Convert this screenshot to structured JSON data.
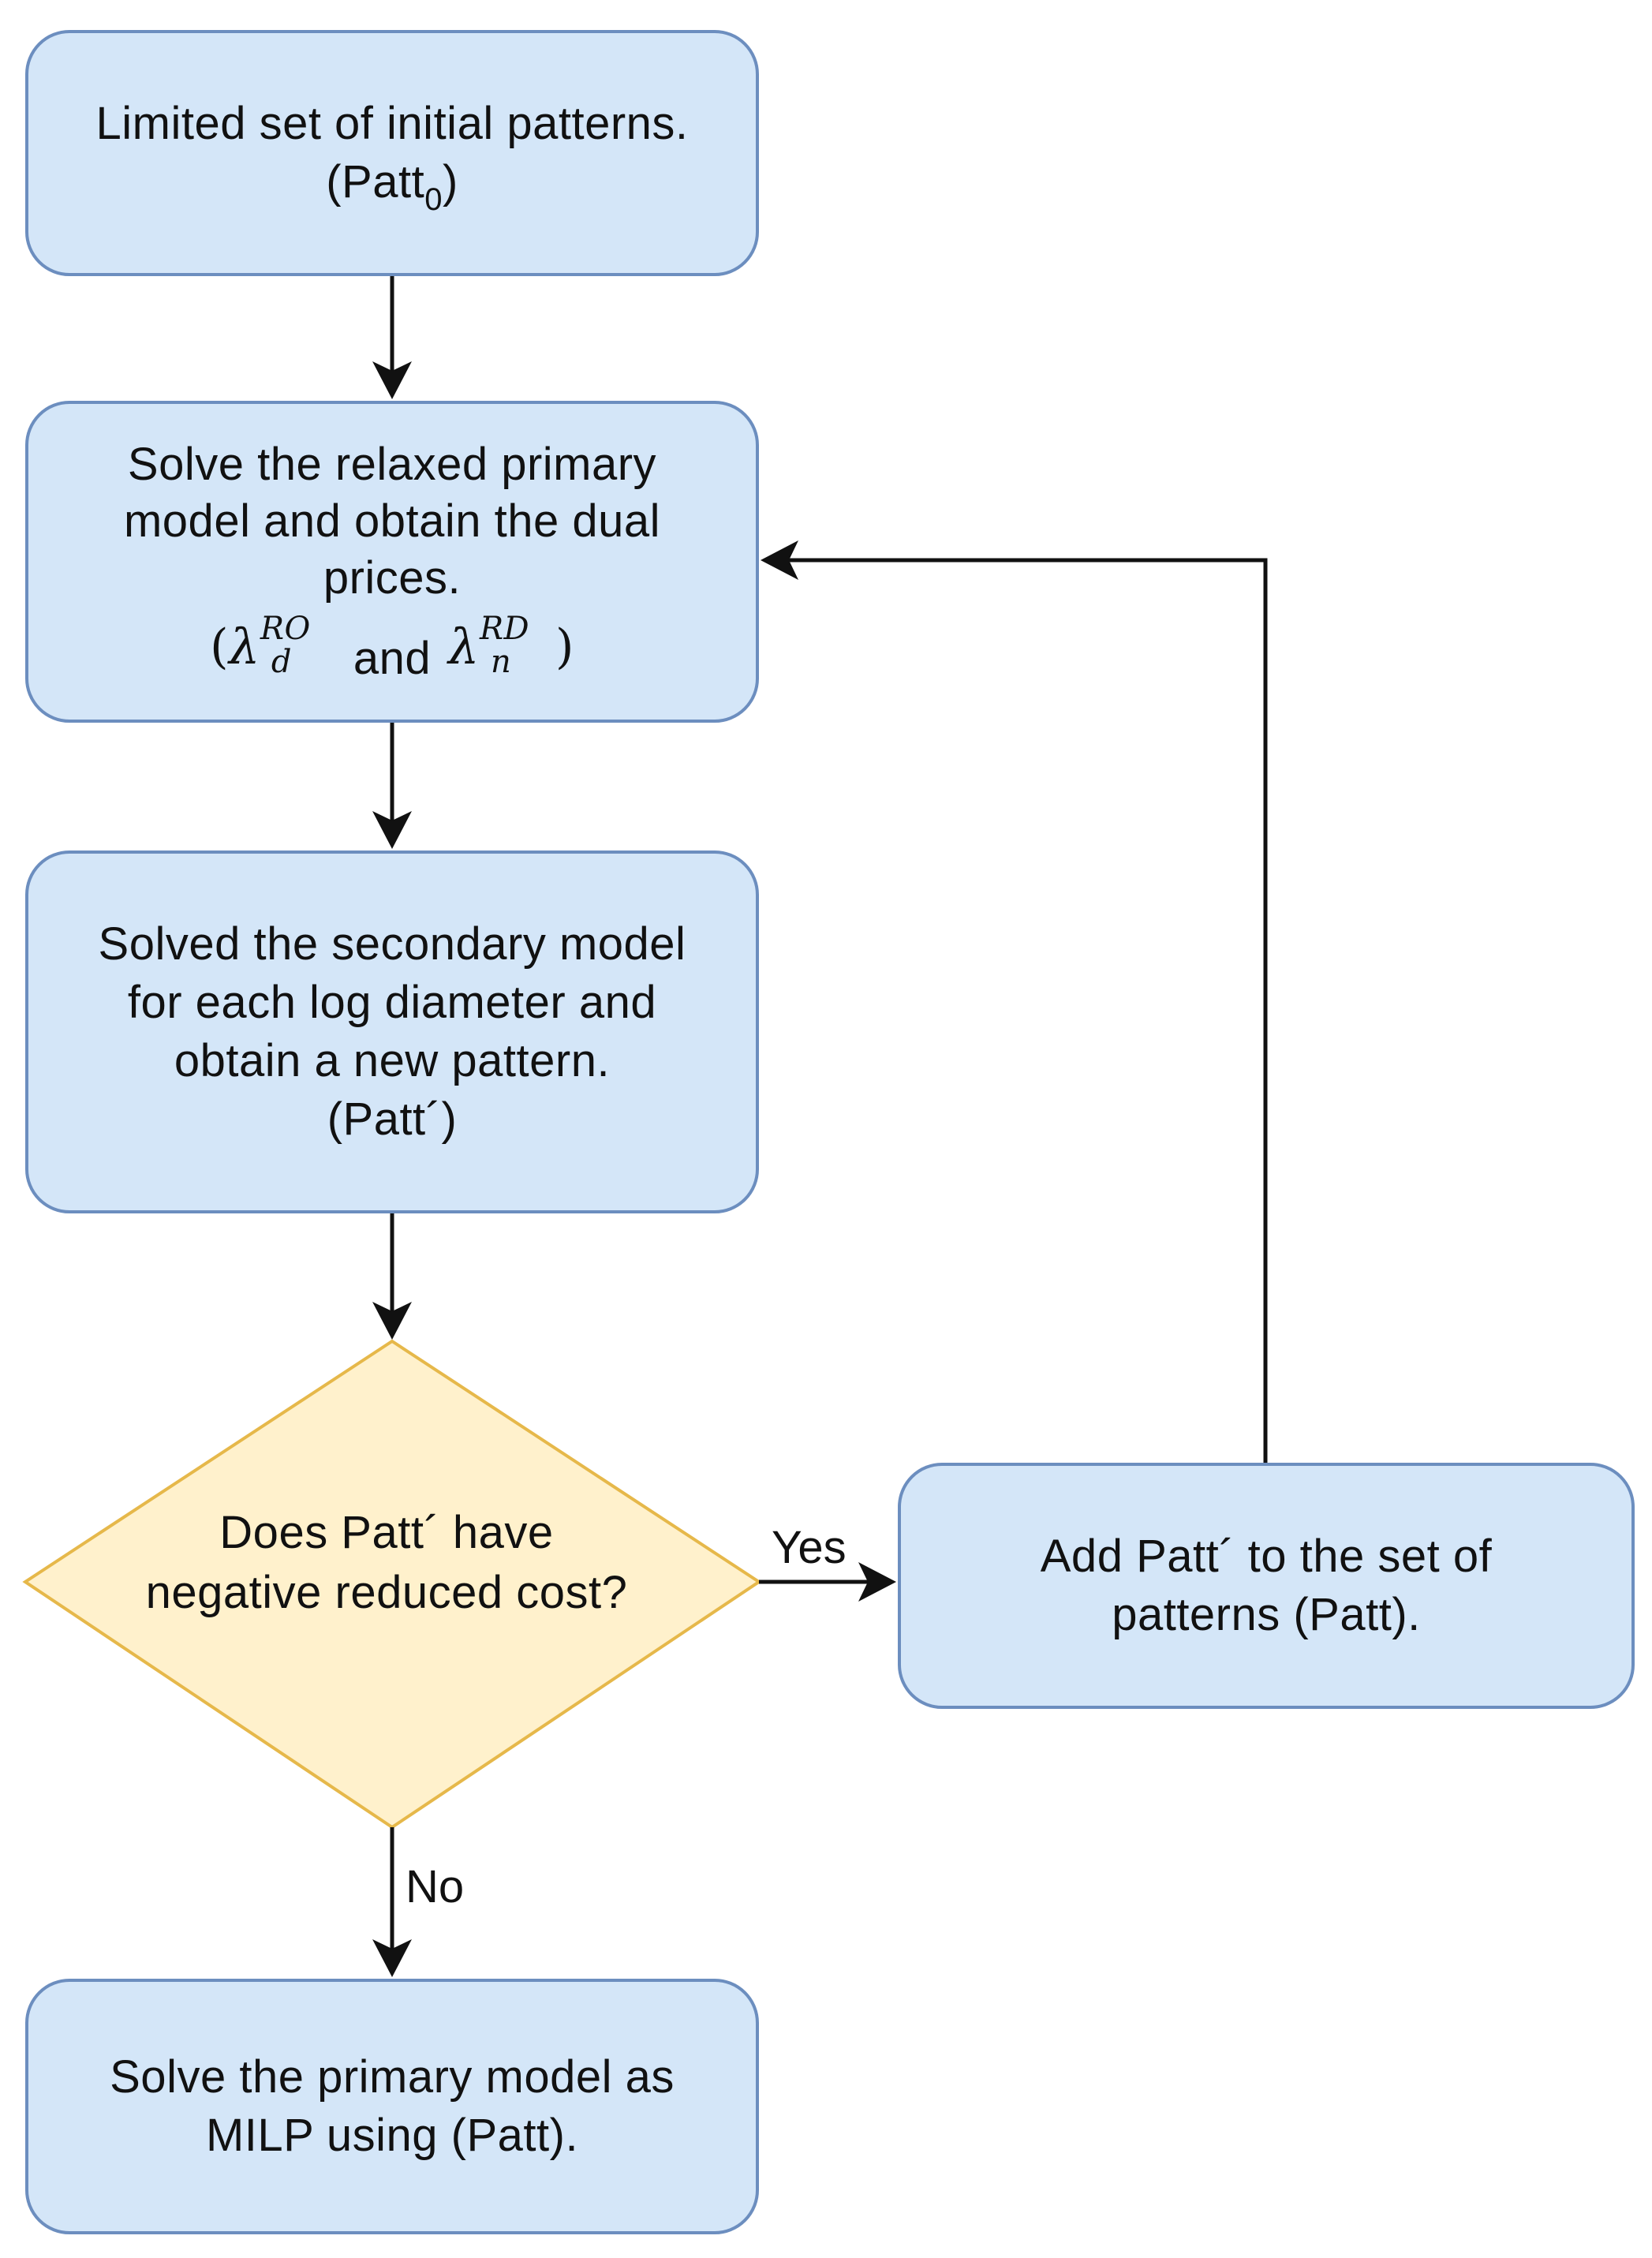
{
  "nodes": {
    "start": {
      "line1": "Limited set of initial patterns.",
      "line2_text": "(Patt",
      "line2_sub": "0",
      "line2_end": ")"
    },
    "relax": {
      "line1": "Solve the relaxed primary",
      "line2": "model and obtain the dual",
      "line3": "prices.",
      "open_paren": "(",
      "lambda1": "λ",
      "lambda1_sup": "RO",
      "lambda1_sub": "d",
      "and": "and",
      "lambda2": "λ",
      "lambda2_sup": "RD",
      "lambda2_sub": "n",
      "close_paren": ")"
    },
    "secondary": {
      "line1": "Solved the secondary model",
      "line2": "for each log diameter and",
      "line3": "obtain a new pattern.",
      "line4": "(Patt´)"
    },
    "decision": {
      "line1": "Does Patt´ have",
      "line2": "negative reduced cost?"
    },
    "add": {
      "line1": "Add Patt´ to the set of",
      "line2": "patterns (Patt)."
    },
    "final": {
      "line1": "Solve the primary model as",
      "line2": "MILP using (Patt)."
    }
  },
  "edges": {
    "yes_label": "Yes",
    "no_label": "No"
  },
  "colors": {
    "box_fill": "#d4e6f8",
    "box_stroke": "#6c8ebf",
    "decision_fill": "#fff1cc",
    "decision_stroke": "#e6b84a",
    "arrow": "#111111"
  }
}
